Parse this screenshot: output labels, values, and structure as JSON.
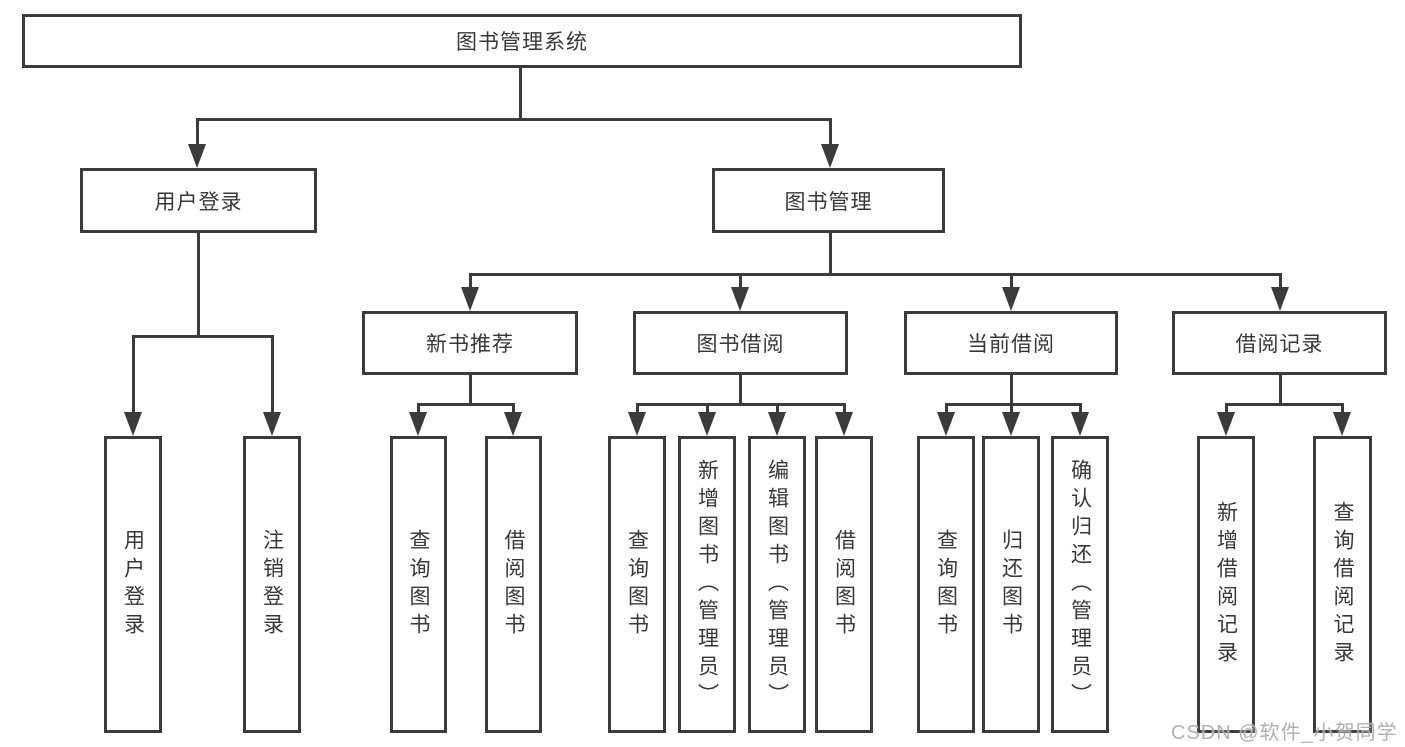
{
  "nodes": {
    "root": "图书管理系统",
    "user_login": "用户登录",
    "book_management": "图书管理",
    "new_book_recommend": "新书推荐",
    "book_borrow": "图书借阅",
    "current_borrow": "当前借阅",
    "borrow_records": "借阅记录",
    "user_login_leaf": "用户登录",
    "logout_leaf": "注销登录",
    "nb_query_books": "查询图书",
    "nb_borrow_books": "借阅图书",
    "bb_query_books": "查询图书",
    "bb_add_books": "新增图书（管理员）",
    "bb_edit_books": "编辑图书（管理员）",
    "bb_borrow_books": "借阅图书",
    "cb_query_books": "查询图书",
    "cb_return_books": "归还图书",
    "cb_confirm_return": "确认归还（管理员）",
    "br_add_record": "新增借阅记录",
    "br_query_record": "查询借阅记录"
  },
  "colors": {
    "line": "#3b3b3b",
    "text": "#383838",
    "background": "#ffffff",
    "watermark": "#aaaaaa"
  },
  "watermark": "CSDN @软件_小贺同学"
}
